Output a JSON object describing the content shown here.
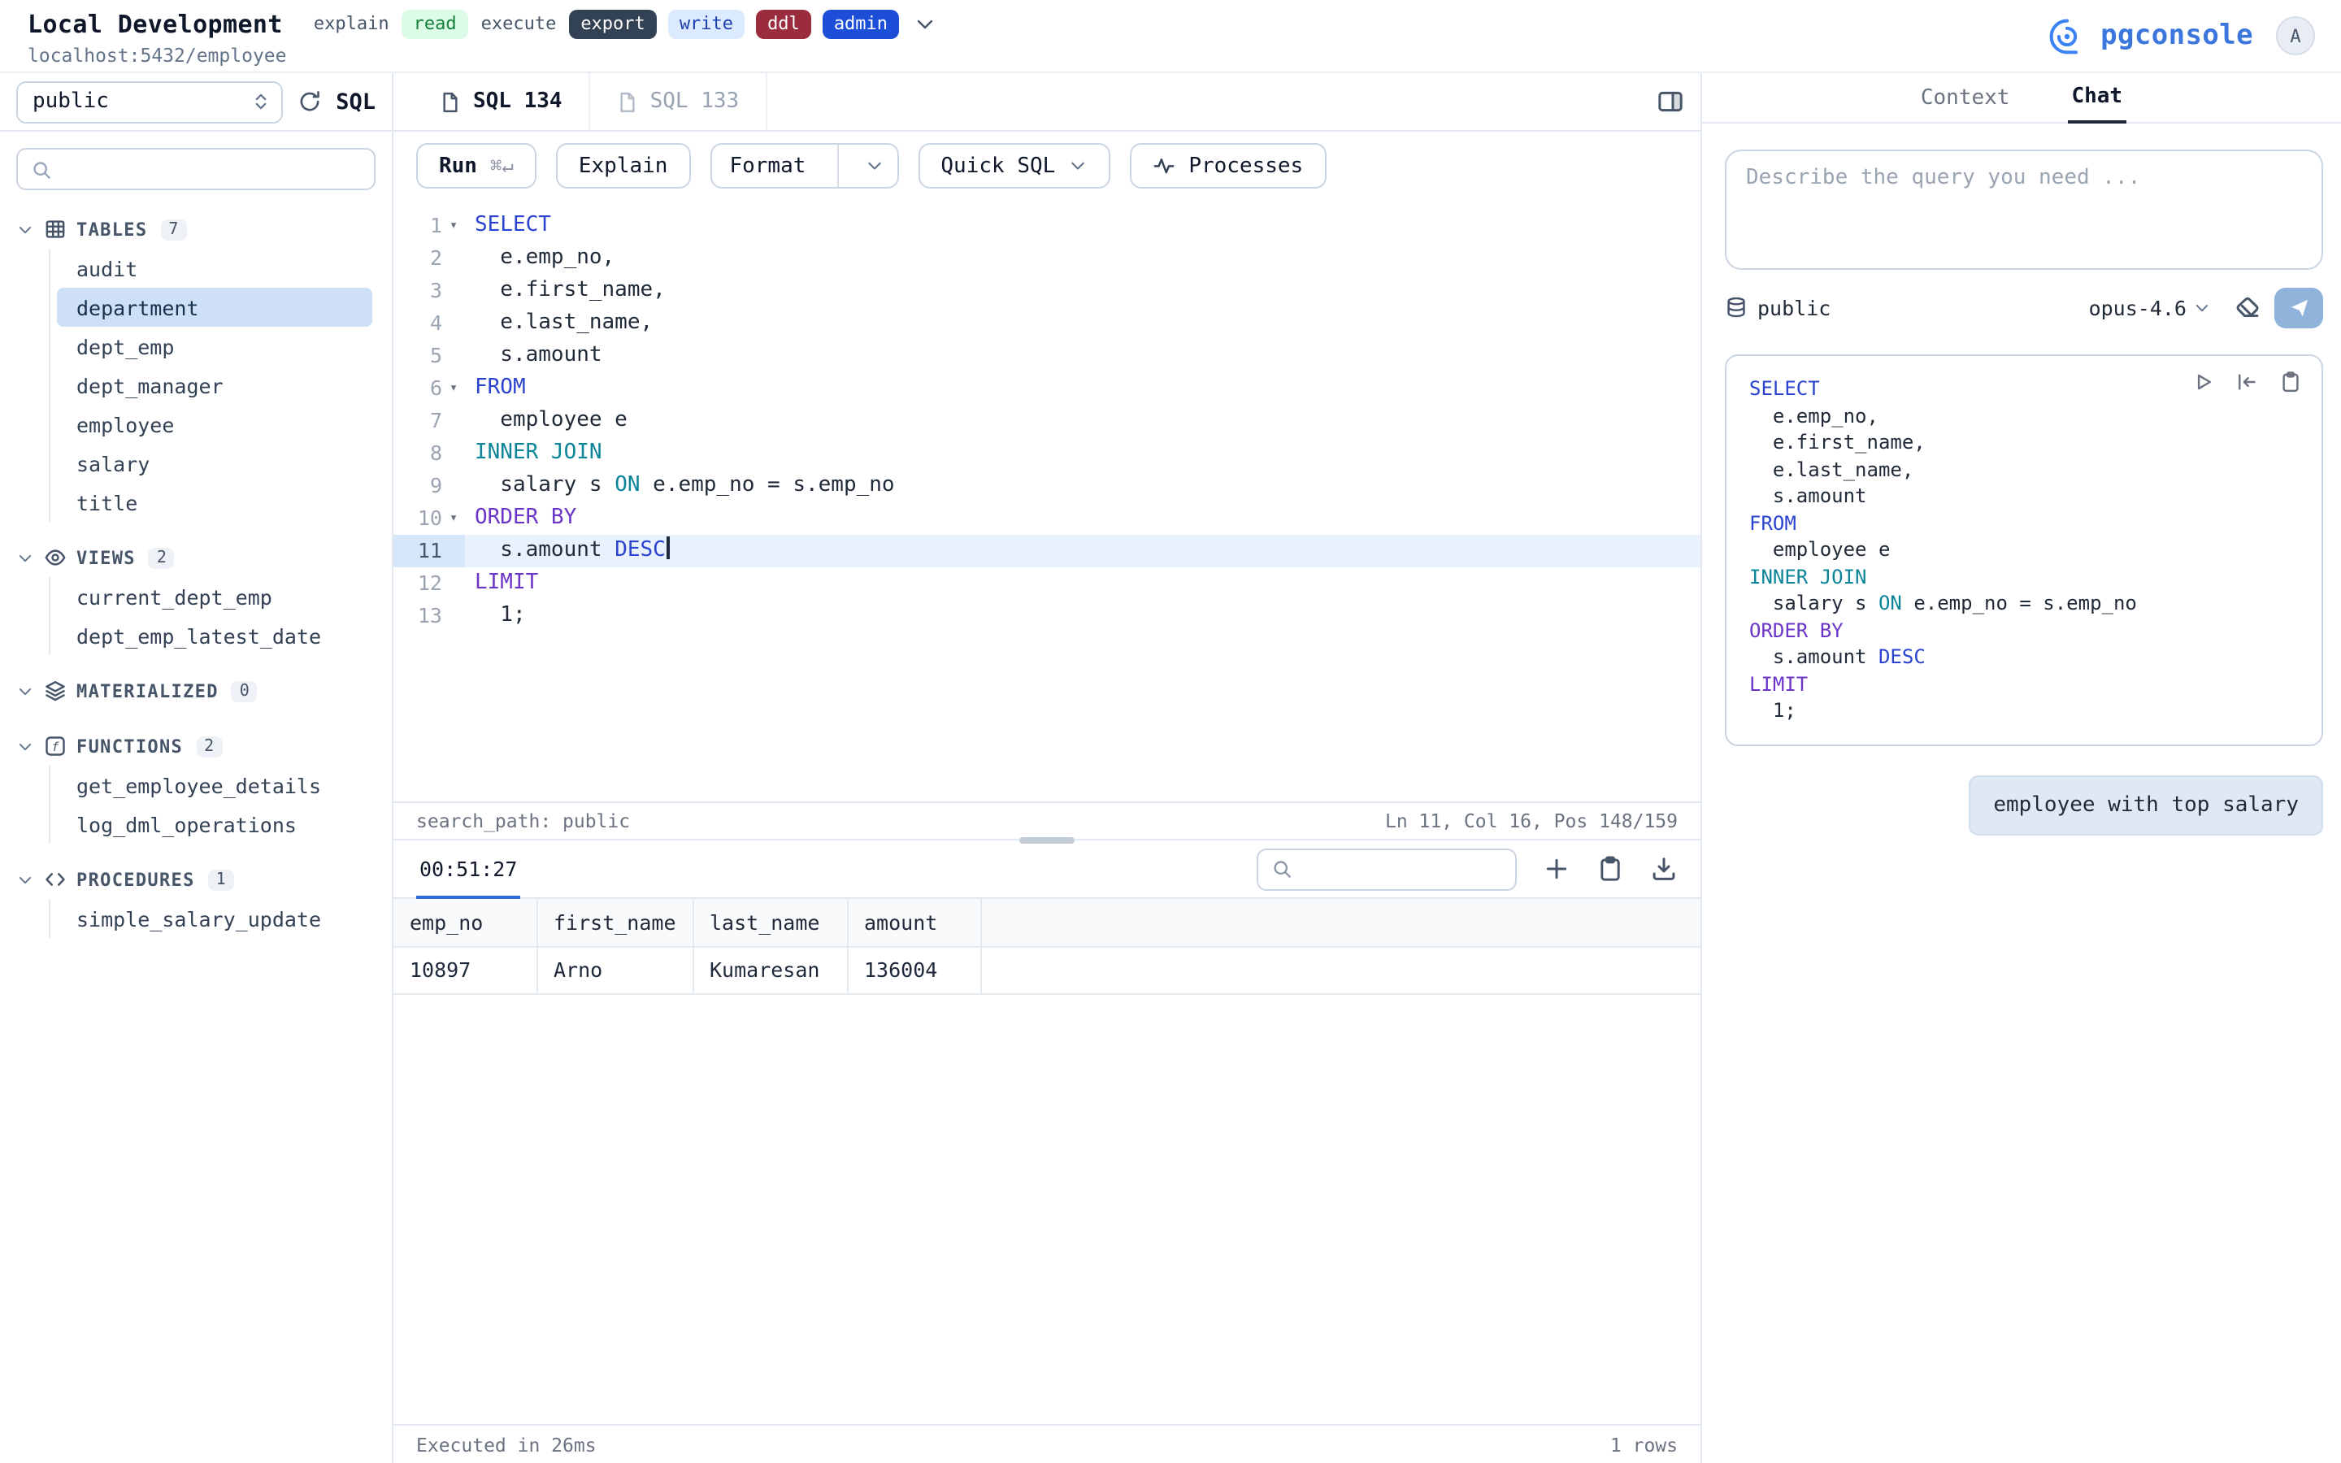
{
  "header": {
    "title": "Local Development",
    "subtitle": "localhost:5432/employee",
    "badges": [
      {
        "label": "explain",
        "style": "plain"
      },
      {
        "label": "read",
        "style": "green"
      },
      {
        "label": "execute",
        "style": "plain"
      },
      {
        "label": "export",
        "style": "dark"
      },
      {
        "label": "write",
        "style": "blue"
      },
      {
        "label": "ddl",
        "style": "maroon"
      },
      {
        "label": "admin",
        "style": "navy"
      }
    ],
    "brand": "pgconsole",
    "avatar": "A"
  },
  "sidebar": {
    "schema_select": "public",
    "sql_label": "SQL",
    "sections": [
      {
        "label": "TABLES",
        "count": "7",
        "icon": "table",
        "selected": "department",
        "items": [
          "audit",
          "department",
          "dept_emp",
          "dept_manager",
          "employee",
          "salary",
          "title"
        ]
      },
      {
        "label": "VIEWS",
        "count": "2",
        "icon": "eye",
        "items": [
          "current_dept_emp",
          "dept_emp_latest_date"
        ]
      },
      {
        "label": "MATERIALIZED",
        "count": "0",
        "icon": "layers",
        "items": []
      },
      {
        "label": "FUNCTIONS",
        "count": "2",
        "icon": "func",
        "items": [
          "get_employee_details",
          "log_dml_operations"
        ]
      },
      {
        "label": "PROCEDURES",
        "count": "1",
        "icon": "code",
        "items": [
          "simple_salary_update"
        ]
      }
    ]
  },
  "editor": {
    "tabs": [
      {
        "label": "SQL 134",
        "active": true
      },
      {
        "label": "SQL 133",
        "active": false
      }
    ],
    "toolbar": {
      "run": "Run",
      "run_shortcut": "⌘↵",
      "explain": "Explain",
      "format": "Format",
      "quick_sql": "Quick SQL",
      "processes": "Processes"
    },
    "active_line": 11,
    "caret_line": 11,
    "fold_lines": [
      1,
      6,
      10
    ],
    "status_left": "search_path: public",
    "status_right": "Ln 11, Col 16, Pos 148/159"
  },
  "sql_lines": [
    [
      [
        "kw",
        "SELECT"
      ]
    ],
    [
      [
        "pl",
        "  e.emp_no,"
      ]
    ],
    [
      [
        "pl",
        "  e.first_name,"
      ]
    ],
    [
      [
        "pl",
        "  e.last_name,"
      ]
    ],
    [
      [
        "pl",
        "  s.amount"
      ]
    ],
    [
      [
        "kw",
        "FROM"
      ]
    ],
    [
      [
        "pl",
        "  employee e"
      ]
    ],
    [
      [
        "kw2",
        "INNER JOIN"
      ]
    ],
    [
      [
        "pl",
        "  salary s "
      ],
      [
        "kw2",
        "ON"
      ],
      [
        "pl",
        " e.emp_no = s.emp_no"
      ]
    ],
    [
      [
        "kw3",
        "ORDER BY"
      ]
    ],
    [
      [
        "pl",
        "  s.amount "
      ],
      [
        "kw",
        "DESC"
      ]
    ],
    [
      [
        "kw3",
        "LIMIT"
      ]
    ],
    [
      [
        "pl",
        "  1;"
      ]
    ]
  ],
  "results": {
    "tab": "00:51:27",
    "columns": [
      "emp_no",
      "first_name",
      "last_name",
      "amount"
    ],
    "rows": [
      [
        "10897",
        "Arno",
        "Kumaresan",
        "136004"
      ]
    ],
    "footer_left": "Executed in 26ms",
    "footer_right": "1 rows"
  },
  "chat": {
    "tabs": [
      "Context",
      "Chat"
    ],
    "active_tab": "Chat",
    "placeholder": "Describe the query you need ...",
    "schema": "public",
    "model": "opus-4.6",
    "user_message": "employee with top salary"
  },
  "colors": {
    "accent_blue": "#2f6ae0",
    "keyword_blue": "#2b43cf",
    "keyword_teal": "#0c8599",
    "keyword_purple": "#6b35c8",
    "admin_badge": "#1d4ed8",
    "selected_item_bg": "#cde0f6"
  }
}
